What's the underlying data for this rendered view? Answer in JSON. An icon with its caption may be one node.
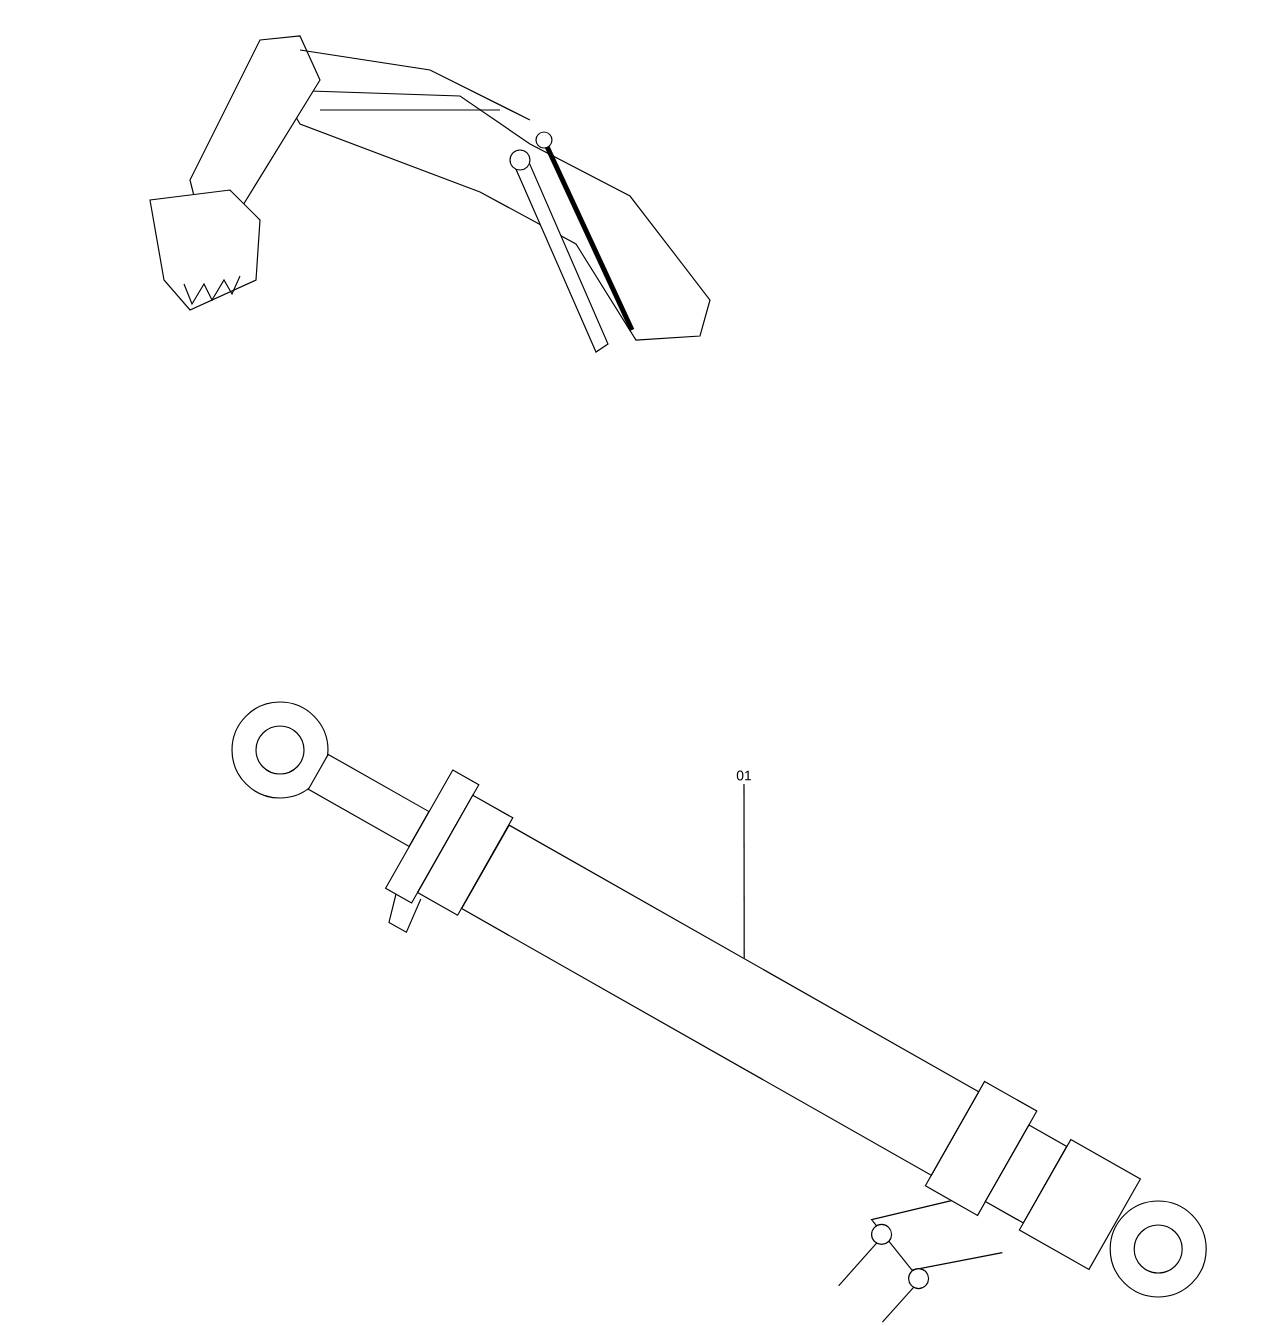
{
  "diagram": {
    "nodes": [
      {
        "text": [
          "01"
        ]
      },
      {
        "text": [],
        "shape": "picture"
      }
    ],
    "edges": [
      {
        "from": 0,
        "to": 1,
        "arrow": "none"
      }
    ]
  }
}
